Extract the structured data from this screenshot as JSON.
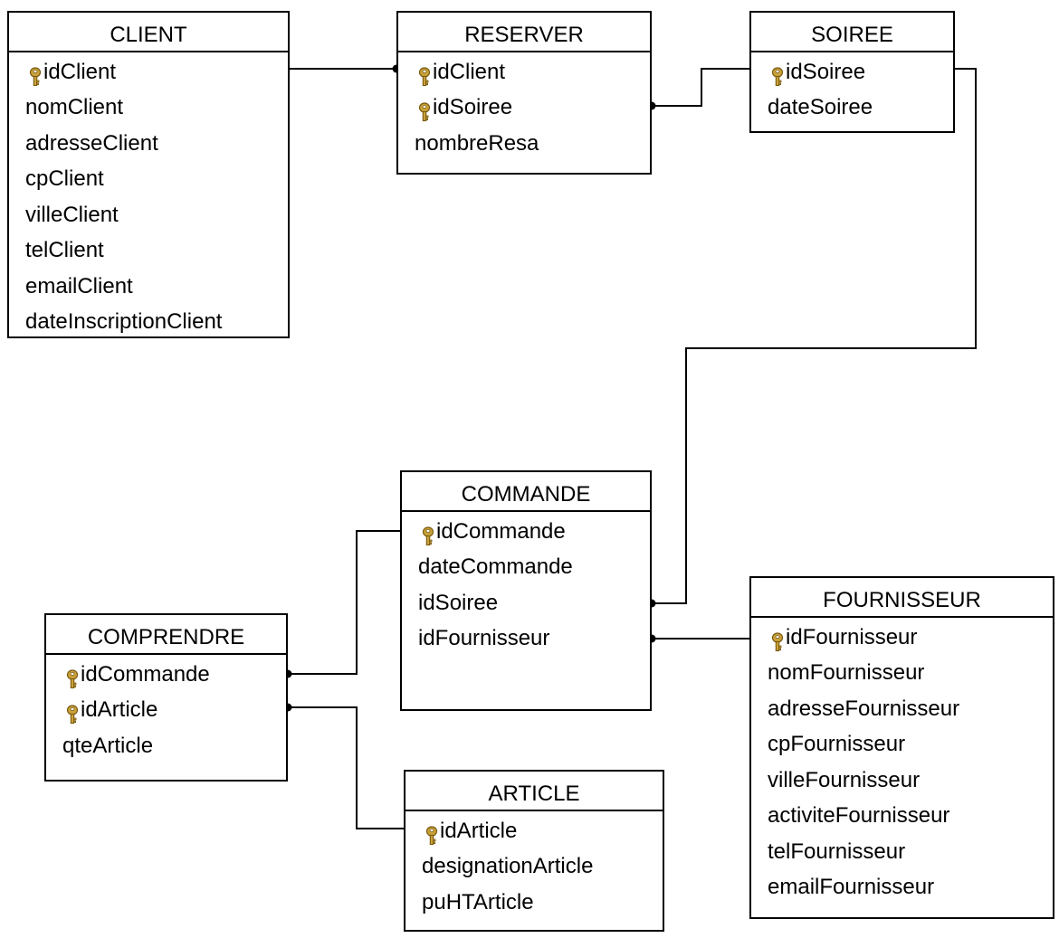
{
  "entities": {
    "client": {
      "name": "CLIENT",
      "attributes": [
        {
          "label": "idClient",
          "key": true
        },
        {
          "label": "nomClient",
          "key": false
        },
        {
          "label": "adresseClient",
          "key": false
        },
        {
          "label": "cpClient",
          "key": false
        },
        {
          "label": "villeClient",
          "key": false
        },
        {
          "label": "telClient",
          "key": false
        },
        {
          "label": "emailClient",
          "key": false
        },
        {
          "label": "dateInscriptionClient",
          "key": false
        }
      ]
    },
    "reserver": {
      "name": "RESERVER",
      "attributes": [
        {
          "label": "idClient",
          "key": true
        },
        {
          "label": "idSoiree",
          "key": true
        },
        {
          "label": "nombreResa",
          "key": false
        }
      ]
    },
    "soiree": {
      "name": "SOIREE",
      "attributes": [
        {
          "label": "idSoiree",
          "key": true
        },
        {
          "label": "dateSoiree",
          "key": false
        }
      ]
    },
    "commande": {
      "name": "COMMANDE",
      "attributes": [
        {
          "label": "idCommande",
          "key": true
        },
        {
          "label": "dateCommande",
          "key": false
        },
        {
          "label": "idSoiree",
          "key": false
        },
        {
          "label": "idFournisseur",
          "key": false
        }
      ]
    },
    "comprendre": {
      "name": "COMPRENDRE",
      "attributes": [
        {
          "label": "idCommande",
          "key": true
        },
        {
          "label": "idArticle",
          "key": true
        },
        {
          "label": "qteArticle",
          "key": false
        }
      ]
    },
    "article": {
      "name": "ARTICLE",
      "attributes": [
        {
          "label": "idArticle",
          "key": true
        },
        {
          "label": "designationArticle",
          "key": false
        },
        {
          "label": "puHTArticle",
          "key": false
        }
      ]
    },
    "fournisseur": {
      "name": "FOURNISSEUR",
      "attributes": [
        {
          "label": "idFournisseur",
          "key": true
        },
        {
          "label": "nomFournisseur",
          "key": false
        },
        {
          "label": "adresseFournisseur",
          "key": false
        },
        {
          "label": "cpFournisseur",
          "key": false
        },
        {
          "label": "villeFournisseur",
          "key": false
        },
        {
          "label": "activiteFournisseur",
          "key": false
        },
        {
          "label": "telFournisseur",
          "key": false
        },
        {
          "label": "emailFournisseur",
          "key": false
        }
      ]
    }
  },
  "relationships": [
    {
      "from": "client.idClient",
      "to": "reserver.idClient"
    },
    {
      "from": "soiree.idSoiree",
      "to": "reserver.idSoiree"
    },
    {
      "from": "soiree.idSoiree",
      "to": "commande.idSoiree"
    },
    {
      "from": "fournisseur.idFournisseur",
      "to": "commande.idFournisseur"
    },
    {
      "from": "commande.idCommande",
      "to": "comprendre.idCommande"
    },
    {
      "from": "article.idArticle",
      "to": "comprendre.idArticle"
    }
  ],
  "colors": {
    "line": "#000000",
    "key_icon": "#c9a23a",
    "key_icon_outline": "#7a5a10"
  }
}
